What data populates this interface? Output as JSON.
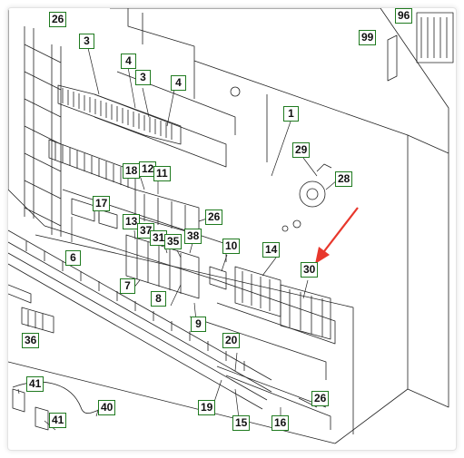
{
  "colors": {
    "label_border": "#1f7a1f",
    "line": "#222222",
    "arrow": "#e8372c",
    "background": "#ffffff"
  },
  "callouts": [
    {
      "id": "l26a",
      "text": "26"
    },
    {
      "id": "l3a",
      "text": "3"
    },
    {
      "id": "l4a",
      "text": "4"
    },
    {
      "id": "l3b",
      "text": "3"
    },
    {
      "id": "l4b",
      "text": "4"
    },
    {
      "id": "l1",
      "text": "1"
    },
    {
      "id": "l96",
      "text": "96"
    },
    {
      "id": "l99",
      "text": "99"
    },
    {
      "id": "l29",
      "text": "29"
    },
    {
      "id": "l28",
      "text": "28"
    },
    {
      "id": "l12",
      "text": "12"
    },
    {
      "id": "l18",
      "text": "18"
    },
    {
      "id": "l11",
      "text": "11"
    },
    {
      "id": "l17",
      "text": "17"
    },
    {
      "id": "l26b",
      "text": "26"
    },
    {
      "id": "l13",
      "text": "13"
    },
    {
      "id": "l37",
      "text": "37"
    },
    {
      "id": "l31",
      "text": "31"
    },
    {
      "id": "l38",
      "text": "38"
    },
    {
      "id": "l35",
      "text": "35"
    },
    {
      "id": "l10",
      "text": "10"
    },
    {
      "id": "l6",
      "text": "6"
    },
    {
      "id": "l14",
      "text": "14"
    },
    {
      "id": "l30",
      "text": "30"
    },
    {
      "id": "l7",
      "text": "7"
    },
    {
      "id": "l8",
      "text": "8"
    },
    {
      "id": "l9",
      "text": "9"
    },
    {
      "id": "l36",
      "text": "36"
    },
    {
      "id": "l20",
      "text": "20"
    },
    {
      "id": "l41a",
      "text": "41"
    },
    {
      "id": "l40",
      "text": "40"
    },
    {
      "id": "l41b",
      "text": "41"
    },
    {
      "id": "l19",
      "text": "19"
    },
    {
      "id": "l15",
      "text": "15"
    },
    {
      "id": "l16",
      "text": "16"
    },
    {
      "id": "l26c",
      "text": "26"
    }
  ]
}
